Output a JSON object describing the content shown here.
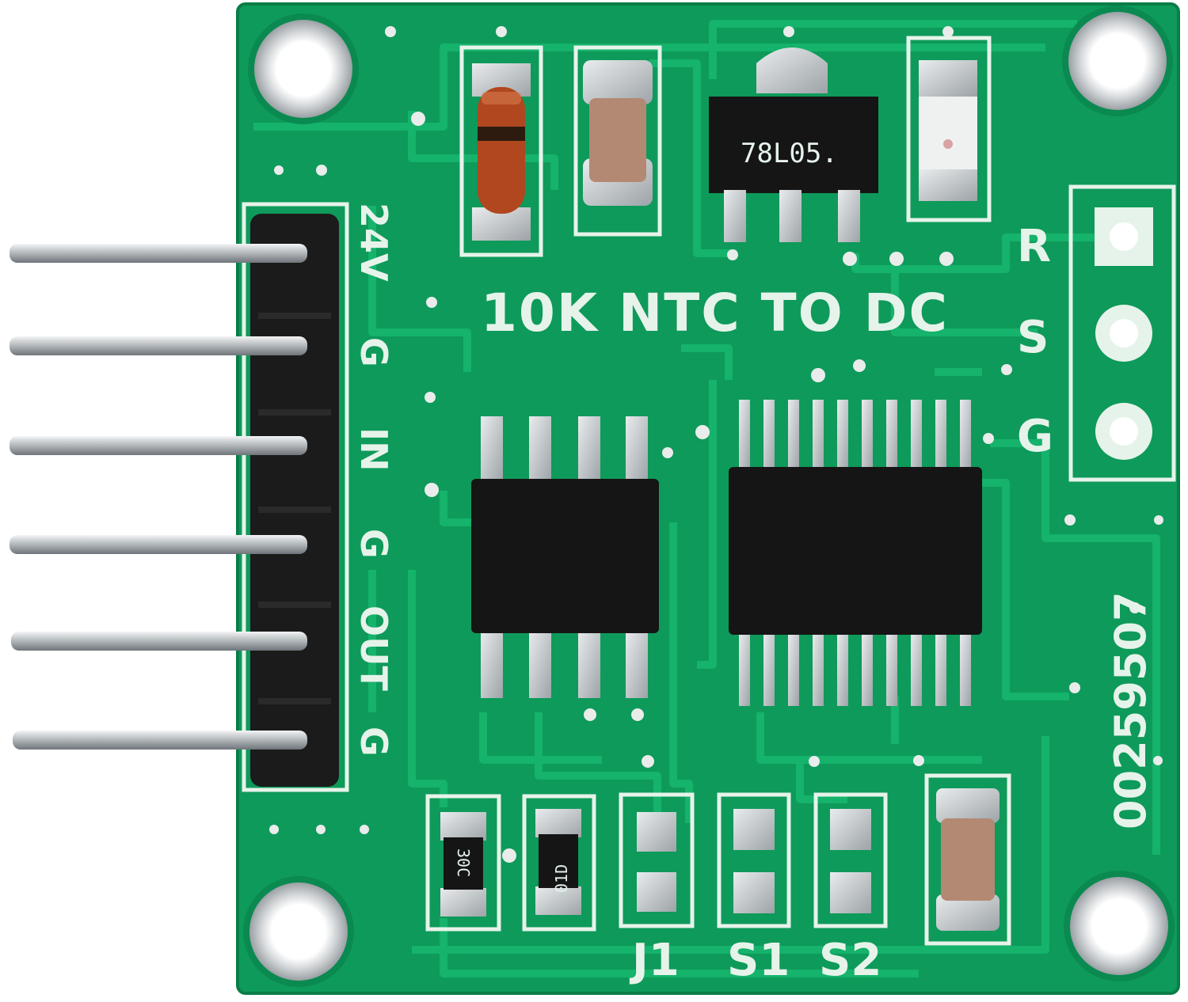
{
  "board": {
    "title": "10K NTC TO DC",
    "serial": "00259507",
    "regulator_marking": "78L05.",
    "resistor_1_marking": "30C",
    "resistor_2_marking": "01D",
    "header_pins": [
      "24V",
      "G",
      "IN",
      "G",
      "OUT",
      "G"
    ],
    "sensor_pins": [
      "R",
      "S",
      "G"
    ],
    "jumper_labels": [
      "J1",
      "S1",
      "S2"
    ]
  },
  "colors": {
    "pcb": "#0e9a5a",
    "pcb_dark": "#0b7f49",
    "trace": "#14b46b",
    "silkscreen": "#e6f3ea",
    "ic": "#151515",
    "pad": "#c9cdd0",
    "header": "#1b1b1b"
  }
}
